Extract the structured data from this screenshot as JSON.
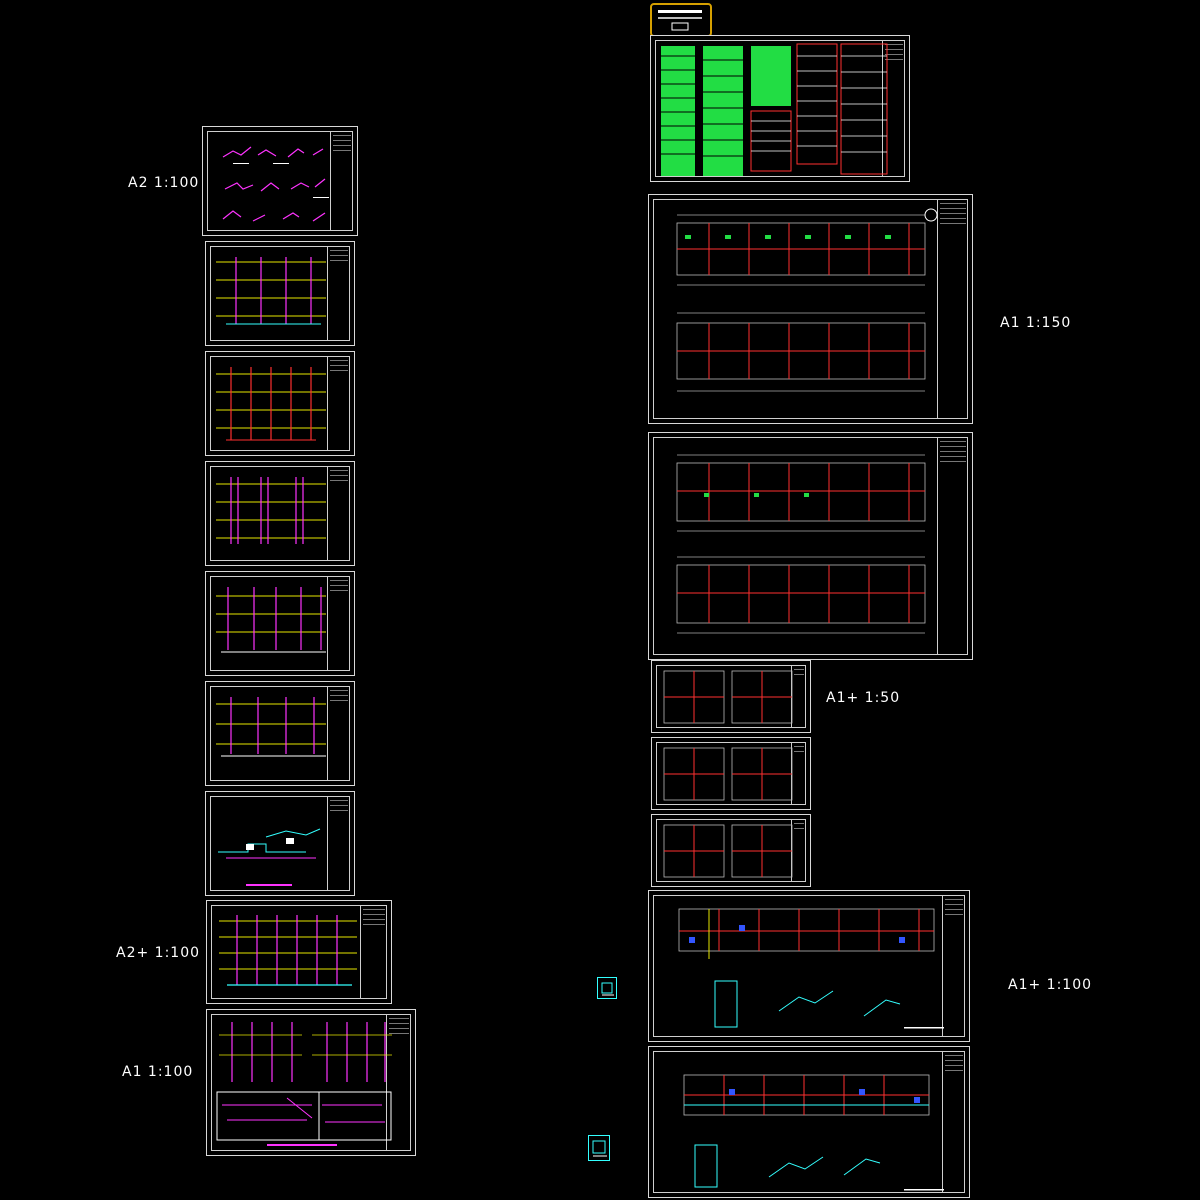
{
  "scale_labels": {
    "a2_100": "A2  1:100",
    "a2plus_100": "A2+  1:100",
    "a1_100": "A1  1:100",
    "a1_150": "A1  1:150",
    "a1plus_50": "A1+  1:50",
    "a1plus_100": "A1+  1:100"
  },
  "colors": {
    "background": "#000000",
    "frame": "#d8d8d8",
    "pipe_magenta": "#ff33ff",
    "pipe_red": "#ff3030",
    "floor_line_yellow": "#e6e600",
    "pipe_cyan": "#33ffff",
    "notes_green": "#22dd44",
    "stamp_gold": "#d6a000",
    "equipment_blue": "#3355ff"
  }
}
